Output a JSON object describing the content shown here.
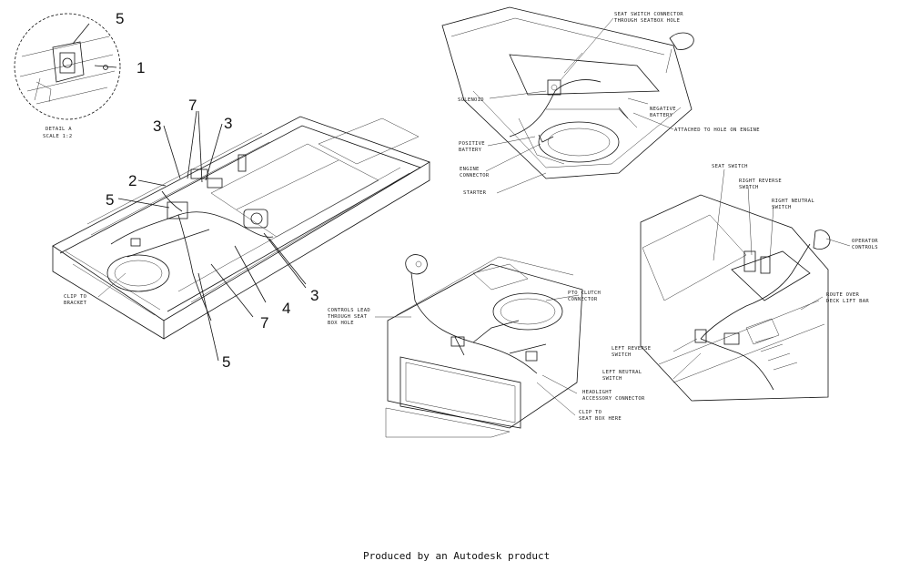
{
  "detail": {
    "title": "DETAIL A",
    "scale": "SCALE 1:2"
  },
  "callouts": {
    "c1": "1",
    "c2": "2",
    "c3a": "3",
    "c3b": "3",
    "c3c": "3",
    "c4": "4",
    "c5a": "5",
    "c5b": "5",
    "c5c": "5",
    "c7a": "7",
    "c7b": "7"
  },
  "main_view": {
    "clip_to_bracket": [
      "CLIP TO",
      "BRACKET"
    ]
  },
  "top_right_view": {
    "seat_switch_connector": [
      "SEAT SWITCH CONNECTOR",
      "THROUGH SEATBOX HOLE"
    ],
    "solenoid": "SOLENOID",
    "negative_battery": [
      "NEGATIVE",
      "BATTERY"
    ],
    "attached_to_hole": "ATTACHED TO HOLE ON ENGINE",
    "positive_battery": [
      "POSITIVE",
      "BATTERY"
    ],
    "engine_connector": [
      "ENGINE",
      "CONNECTOR"
    ],
    "starter": "STARTER"
  },
  "mid_view": {
    "controls_lead": [
      "CONTROLS LEAD",
      "THROUGH SEAT",
      "BOX HOLE"
    ],
    "pto_clutch": [
      "PTO CLUTCH",
      "CONNECTOR"
    ],
    "headlight": [
      "HEADLIGHT",
      "ACCESSORY CONNECTOR"
    ],
    "clip_to_seat_box": [
      "CLIP TO",
      "SEAT BOX HERE"
    ]
  },
  "right_view": {
    "seat_switch": "SEAT SWITCH",
    "right_reverse": [
      "RIGHT REVERSE",
      "SWITCH"
    ],
    "right_neutral": [
      "RIGHT NEUTRAL",
      "SWITCH"
    ],
    "operator_controls": [
      "OPERATOR",
      "CONTROLS"
    ],
    "route_over": [
      "ROUTE OVER",
      "DECK LIFT BAR"
    ],
    "left_reverse": [
      "LEFT REVERSE",
      "SWITCH"
    ],
    "left_neutral": [
      "LEFT NEUTRAL",
      "SWITCH"
    ]
  },
  "footer": "Produced by  an  Autodesk  product"
}
